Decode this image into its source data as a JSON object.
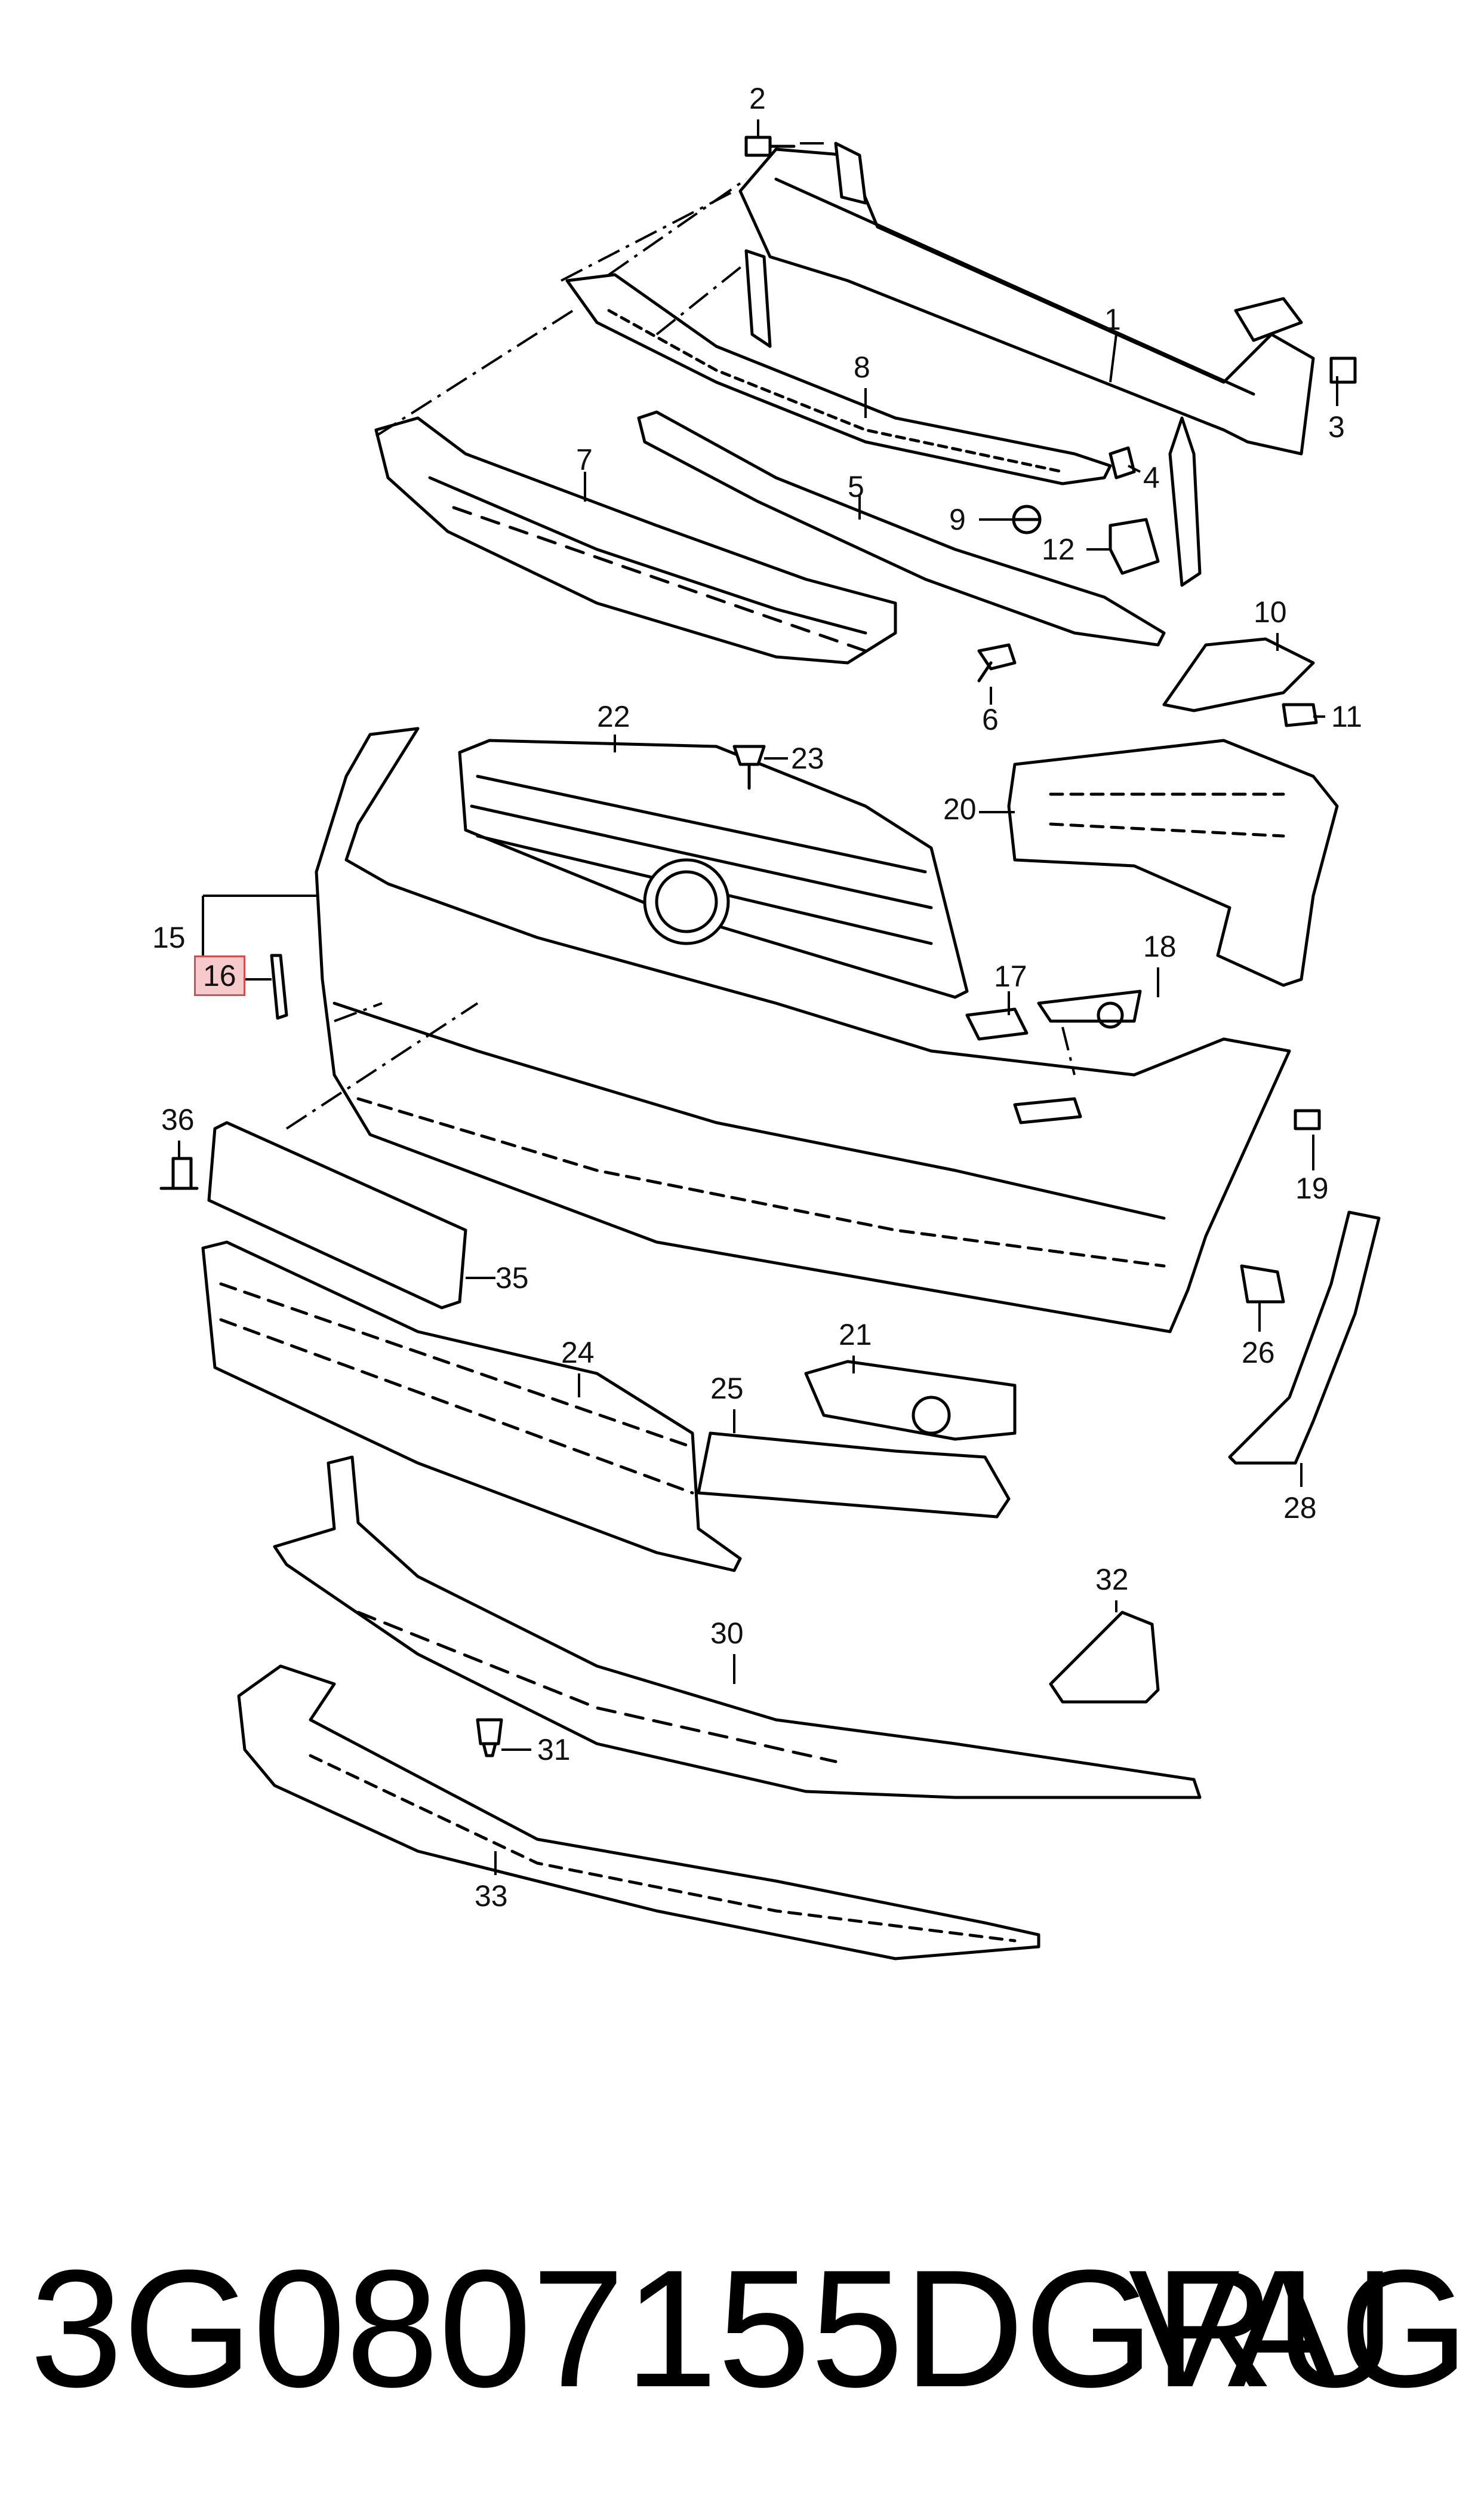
{
  "callouts": {
    "c1": "1",
    "c2": "2",
    "c3": "3",
    "c4": "4",
    "c5": "5",
    "c6": "6",
    "c7": "7",
    "c8": "8",
    "c9": "9",
    "c10": "10",
    "c11": "11",
    "c12": "12",
    "c15": "15",
    "c16": "16",
    "c17": "17",
    "c18": "18",
    "c19": "19",
    "c20": "20",
    "c21": "21",
    "c22": "22",
    "c23": "23",
    "c24": "24",
    "c25": "25",
    "c26": "26",
    "c28": "28",
    "c30": "30",
    "c31": "31",
    "c32": "32",
    "c33": "33",
    "c35": "35",
    "c36": "36"
  },
  "highlight": {
    "part": "16",
    "fill": "#f6caca",
    "border": "#d05050"
  },
  "footer": {
    "part_number": "3G0807155DGRU",
    "brand": "VAG"
  }
}
